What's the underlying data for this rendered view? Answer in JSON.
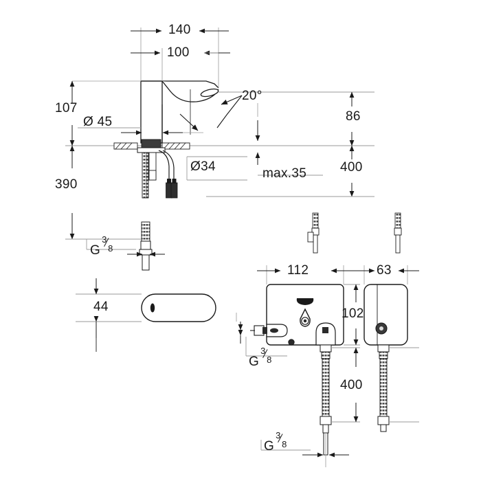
{
  "drawing": {
    "title": "faucet-technical-dimension-drawing",
    "line_color": "#1a1a1a",
    "thin_line_color": "#8c8c8c",
    "background": "#ffffff",
    "units": "mm"
  },
  "dimensions": {
    "spout_reach_total": "140",
    "spout_reach_inner": "100",
    "body_height": "107",
    "base_diameter": "Ø 45",
    "hole_diameter": "Ø34",
    "counter_thickness": "max.35",
    "below_counter": "390",
    "sensor_height": "86",
    "hose_length_top": "400",
    "footprint_width": "44",
    "box_width": "112",
    "box_height": "102",
    "box_depth": "63",
    "hose_length_bottom": "400",
    "angle": "20°"
  },
  "threads": {
    "label_prefix": "G",
    "numerator": "3",
    "denominator": "8",
    "faucet_connection": "G 3/8",
    "box_side_connection": "G 3/8",
    "box_bottom_connection": "G 3/8"
  },
  "views": {
    "front_elevation": "faucet-front-elevation",
    "top_plan": "faucet-top-plan-view",
    "control_box_front": "control-box-front-view",
    "control_box_side": "control-box-side-view"
  }
}
